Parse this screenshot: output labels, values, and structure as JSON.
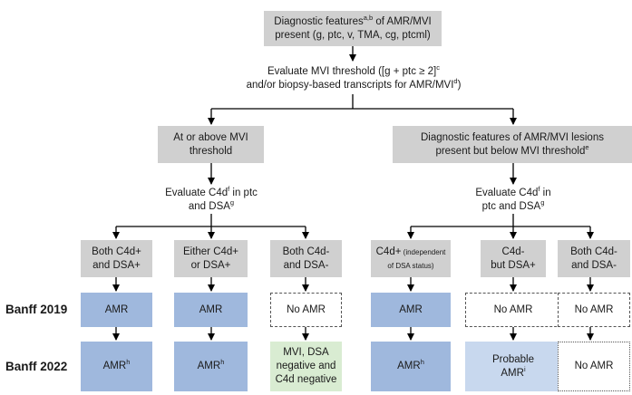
{
  "top": {
    "pre": "Diagnostic features",
    "sup": "a,b",
    "post": " of AMR/MVI",
    "line2": "present (g, ptc, v, TMA, cg, ptcml)"
  },
  "evaluate_mvi": {
    "line1_pre": "Evaluate MVI threshold ([g + ptc ≥ 2]",
    "line1_sup": "c",
    "line2_pre": "and/or biopsy-based transcripts for AMR/MVI",
    "line2_sup": "d",
    "line2_post": ")"
  },
  "left_branch": {
    "box": [
      "At or above MVI",
      "threshold"
    ],
    "eval1_pre": "Evaluate C4d",
    "eval1_sup": "f",
    "eval1_post": " in ptc",
    "eval2_pre": "and DSA",
    "eval2_sup": "g"
  },
  "right_branch": {
    "box_line1": "Diagnostic features of AMR/MVI lesions",
    "box_line2_pre": "present but below MVI threshold",
    "box_line2_sup": "e",
    "eval1_pre": "Evaluate C4d",
    "eval1_sup": "f",
    "eval1_post": " in",
    "eval2_pre": "ptc and DSA",
    "eval2_sup": "g"
  },
  "categories": [
    {
      "line1": "Both C4d+",
      "line2": "and DSA+"
    },
    {
      "line1": "Either C4d+",
      "line2": "or DSA+"
    },
    {
      "line1": "Both C4d-",
      "line2": "and DSA-"
    },
    {
      "line1": "C4d+",
      "line1_small": " (independent",
      "line2_small": "of DSA status)"
    },
    {
      "line1": "C4d-",
      "line2": "but DSA+"
    },
    {
      "line1": "Both C4d-",
      "line2": "and DSA-"
    }
  ],
  "row_labels": {
    "banff2019": "Banff 2019",
    "banff2022": "Banff 2022"
  },
  "banff2019": [
    "AMR",
    "AMR",
    "No AMR",
    "AMR",
    "No AMR",
    "No AMR"
  ],
  "banff2022": [
    {
      "text": "AMR",
      "sup": "h"
    },
    {
      "text": "AMR",
      "sup": "h"
    },
    {
      "lines": [
        "MVI, DSA",
        "negative and",
        "C4d negative"
      ]
    },
    {
      "text": "AMR",
      "sup": "h"
    },
    {
      "lines": [
        "Probable"
      ],
      "text": "AMR",
      "sup": "i"
    },
    {
      "text": "No AMR"
    }
  ],
  "colors": {
    "gray": "#d0d0d0",
    "blue": "#9fb8dd",
    "light_blue": "#c8d8ee",
    "green": "#d9ecd2"
  }
}
